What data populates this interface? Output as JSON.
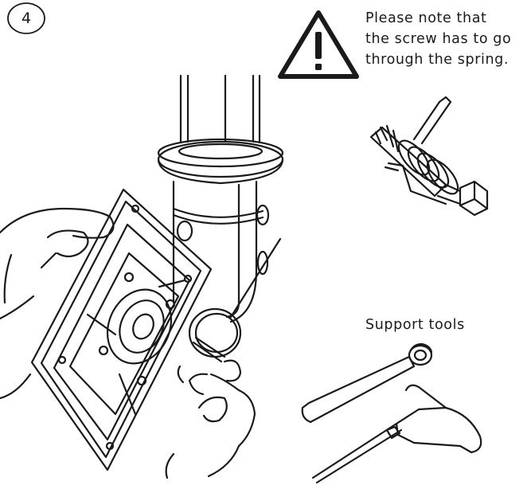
{
  "step": {
    "number": "4"
  },
  "note": {
    "lines": [
      "Please note that",
      "the screw has to go",
      "through the spring."
    ]
  },
  "tools": {
    "label": "Support tools"
  },
  "icons": {
    "warning": "warning-triangle-icon",
    "step": "step-circle-icon"
  },
  "colors": {
    "ink": "#1a1a1a",
    "background": "#ffffff"
  }
}
